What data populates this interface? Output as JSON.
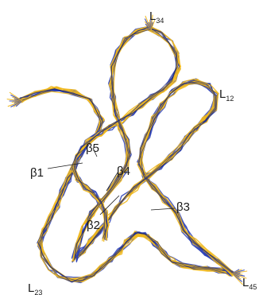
{
  "figure": {
    "colors": {
      "ensemble_a": "#2b3fb5",
      "ensemble_b": "#f0b81e",
      "dark_stroke": "#1b2878",
      "label": "#1a1a1a"
    },
    "labels": {
      "L34": {
        "base": "L",
        "sub": "34"
      },
      "L12": {
        "base": "L",
        "sub": "12"
      },
      "L23": {
        "base": "L",
        "sub": "23"
      },
      "L45": {
        "base": "L",
        "sub": "45"
      },
      "b1": {
        "base": "β1"
      },
      "b2": {
        "base": "β2"
      },
      "b3": {
        "base": "β3"
      },
      "b4": {
        "base": "β4"
      },
      "b5": {
        "base": "β5"
      }
    }
  }
}
